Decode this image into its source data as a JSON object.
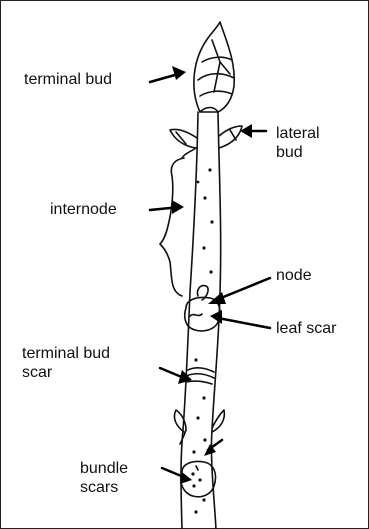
{
  "labels": {
    "terminal_bud": "terminal bud",
    "lateral_bud": [
      "lateral",
      "bud"
    ],
    "internode": "internode",
    "node": "node",
    "leaf_scar": "leaf scar",
    "terminal_bud_scar": [
      "terminal bud",
      "scar"
    ],
    "bundle_scars": [
      "bundle",
      "scars"
    ]
  }
}
